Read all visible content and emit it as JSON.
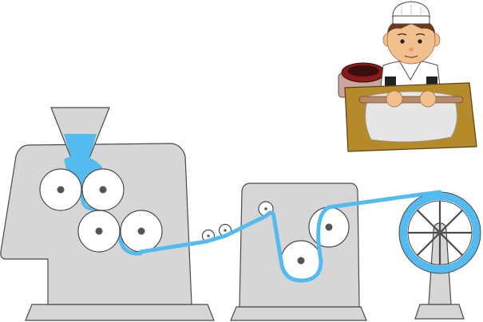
{
  "scene": {
    "colors": {
      "machine": "#d6d6d6",
      "machine_outline": "#4a4a4a",
      "belt": "#55bbee",
      "roller": "#ffffff",
      "hub": "#555555",
      "board": "#b58a2a",
      "dough": "#e6e6e6",
      "skin": "#f2c08e",
      "hair": "#6b3a1e",
      "uniform": "#ffffff",
      "bowl": "#8b1a1a",
      "rolling_pin": "#b98a6a"
    },
    "icons": {
      "chef": "chef-illustration",
      "machine": "noodle-rolling-machine",
      "reel": "output-reel"
    }
  }
}
